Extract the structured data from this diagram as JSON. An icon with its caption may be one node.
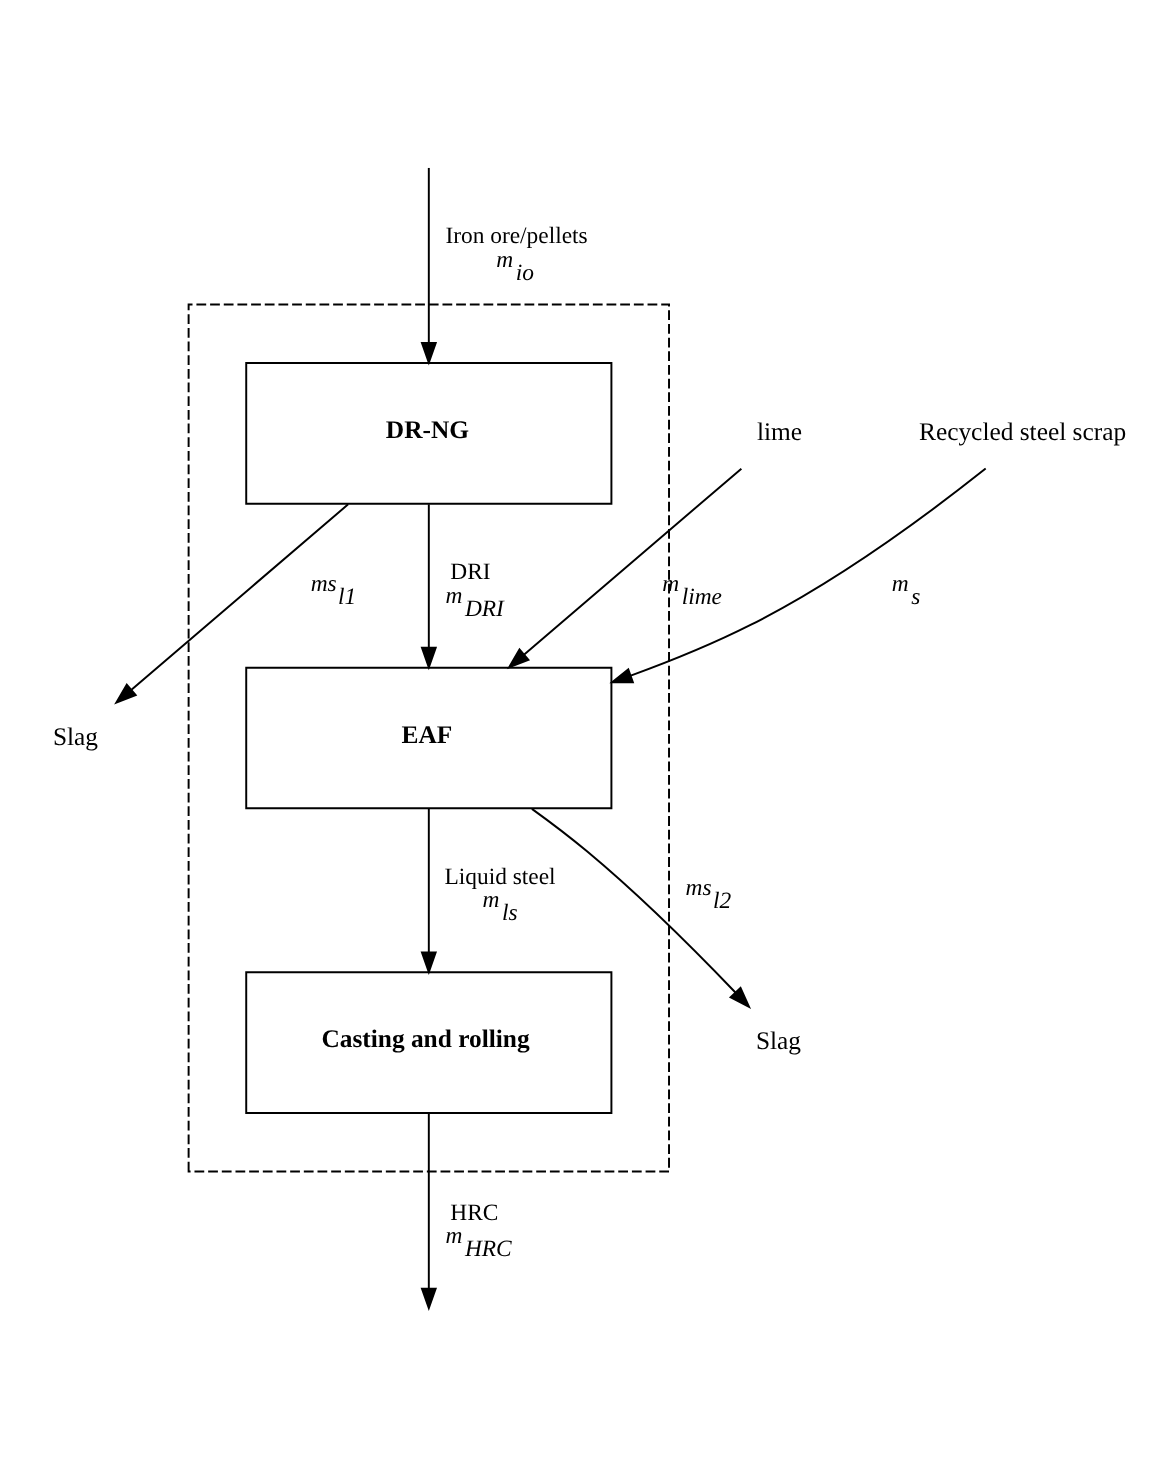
{
  "diagram": {
    "nodes": [
      {
        "text": [],
        "shape": "box"
      },
      {
        "text": [
          "DR-NG"
        ],
        "in": 0
      },
      {
        "text": [
          "Slag"
        ]
      },
      {
        "text": [
          "lime"
        ]
      },
      {
        "text": [
          "Recycled steel scrap"
        ]
      },
      {
        "text": [
          "EAF"
        ],
        "in": 0
      },
      {
        "text": [
          "Slag"
        ]
      },
      {
        "text": [
          "Casting and rolling"
        ],
        "in": 0
      }
    ],
    "edges": [
      {
        "from": null,
        "to": 1,
        "arrow": "to",
        "label": "Iron ore/pellets *m*$_{io}$"
      },
      {
        "from": 1,
        "to": 2,
        "arrow": "to",
        "label": "*ms*$_{l1}$"
      },
      {
        "from": 1,
        "to": 5,
        "arrow": "to",
        "label": "DRI *m*$_{DRI}$"
      },
      {
        "from": 3,
        "to": 5,
        "arrow": "to",
        "label": "*m*$_{lime}$"
      },
      {
        "from": 4,
        "to": 5,
        "arrow": "to",
        "label": "*m*$_{s}$"
      },
      {
        "from": 5,
        "to": 6,
        "arrow": "to",
        "label": "*ms*$_{l2}$"
      },
      {
        "from": 5,
        "to": 7,
        "arrow": "to",
        "label": "Liquid steel *m*$_{ls}$"
      },
      {
        "from": 7,
        "to": null,
        "arrow": "to",
        "label": "HRC *m*$_{HRC}$"
      }
    ]
  }
}
